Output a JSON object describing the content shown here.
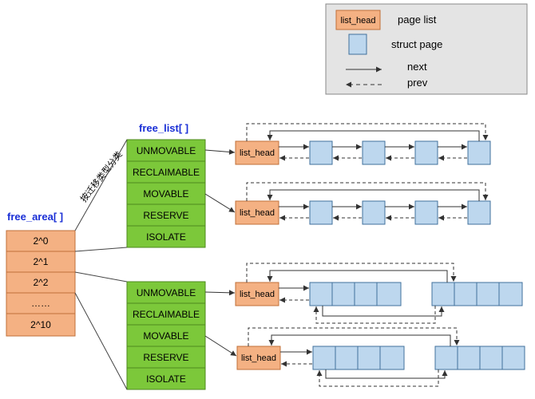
{
  "legend": {
    "list_head_box": "list_head",
    "page_list": "page list",
    "struct_page": "struct page",
    "next": "next",
    "prev": "prev"
  },
  "free_area": {
    "title": "free_area[ ]",
    "orders": [
      "2^0",
      "2^1",
      "2^2",
      "……",
      "2^10"
    ]
  },
  "free_list": {
    "title": "free_list[ ]",
    "migrate_types": [
      "UNMOVABLE",
      "RECLAIMABLE",
      "MOVABLE",
      "RESERVE",
      "ISOLATE"
    ]
  },
  "annotation": "按迁移类型分类",
  "list_head_label": "list_head",
  "colors": {
    "orange": "#f4b183",
    "orange_stroke": "#c0703a",
    "green": "#7cc83a",
    "green_stroke": "#4e8a1e",
    "page_blue": "#bdd7ee",
    "page_stroke": "#41719c",
    "title_blue": "#1a2fd6"
  }
}
